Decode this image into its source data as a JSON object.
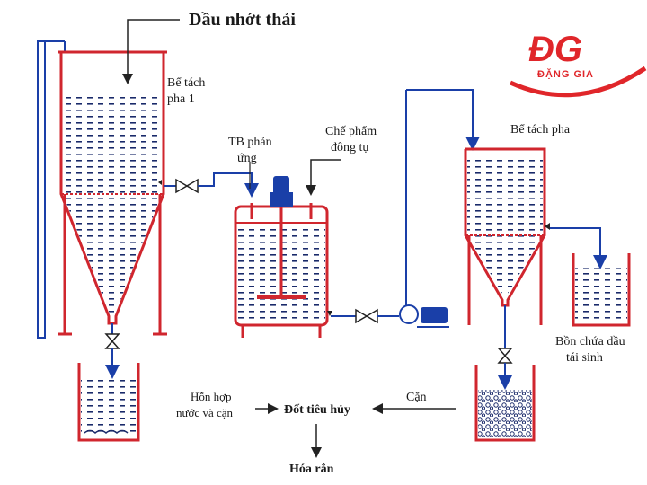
{
  "title": "Dầu nhớt thải",
  "logo": {
    "letters": "ĐG",
    "name": "ĐẶNG GIA",
    "color": "#e0262a"
  },
  "labels": {
    "tank1_line1": "Bể tách",
    "tank1_line2": "pha 1",
    "reactor_line1": "TB phản",
    "reactor_line2": "ứng",
    "coagulant_line1": "Chế phẩm",
    "coagulant_line2": "đông tụ",
    "tank2": "Bể tách pha",
    "storage_line1": "Bồn chứa dầu",
    "storage_line2": "tái sinh",
    "mix_line1": "Hỗn hợp",
    "mix_line2": "nước và cặn",
    "burn": "Đốt tiêu hủy",
    "sludge": "Cặn",
    "solidify": "Hóa rắn"
  },
  "colors": {
    "vessel": "#d0262e",
    "pipe": "#1a3fa8",
    "liquid": "#1a2a6a",
    "line": "#222222"
  }
}
